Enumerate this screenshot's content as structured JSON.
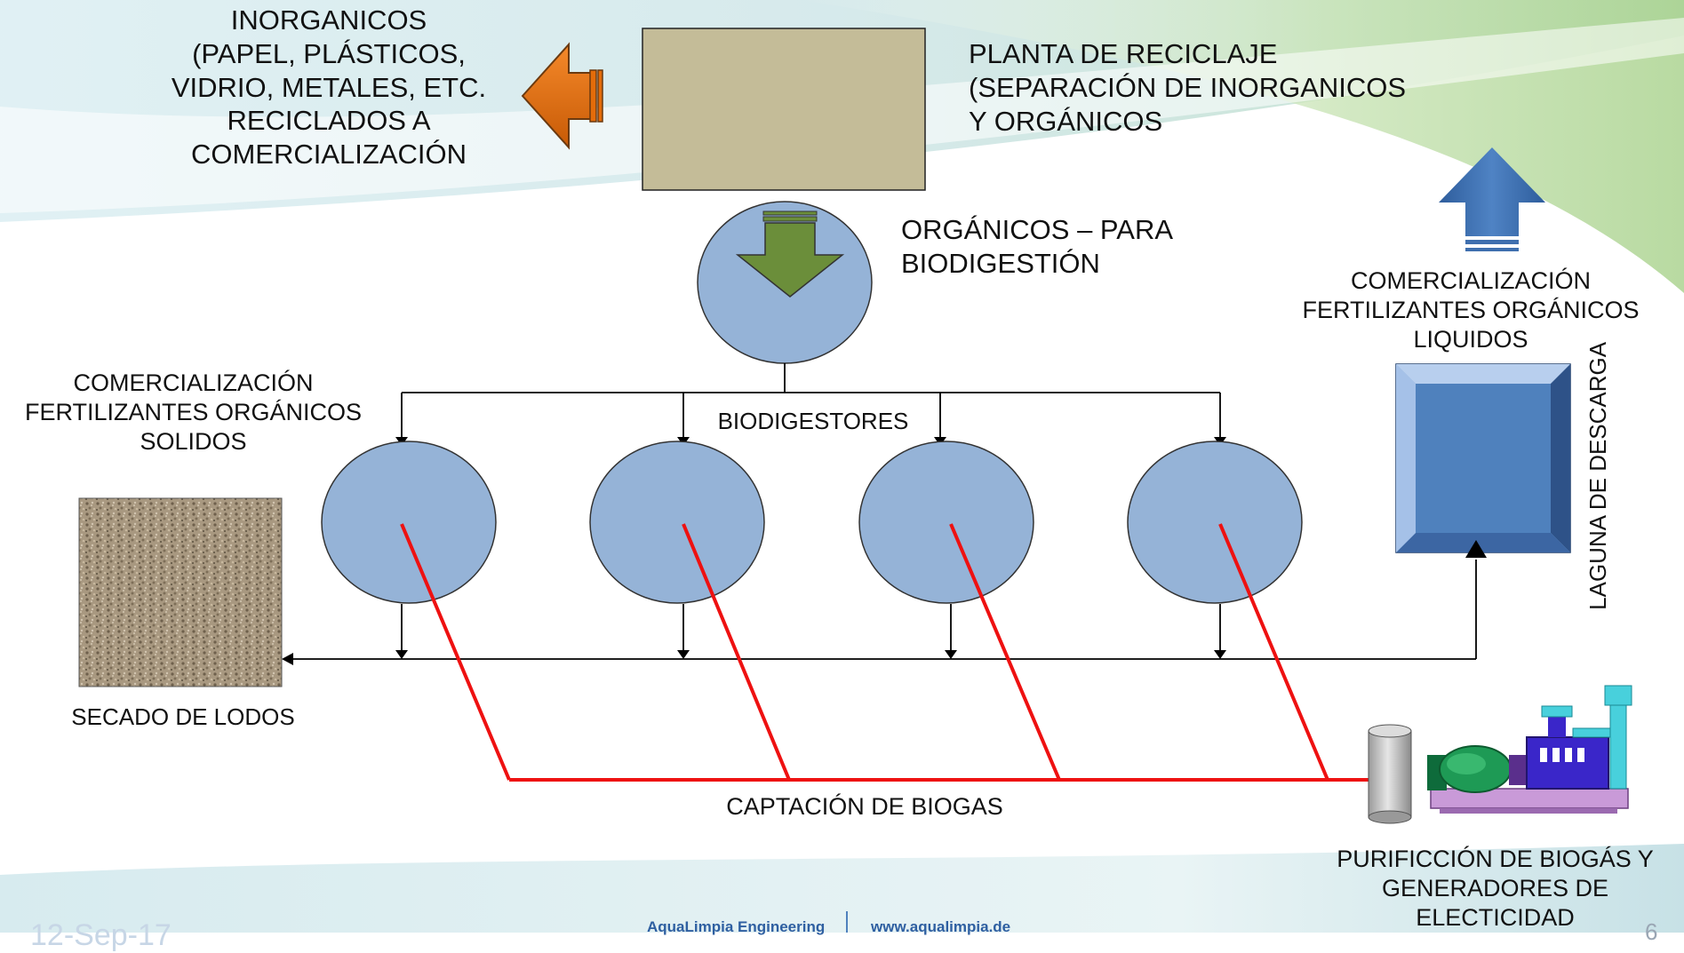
{
  "labels": {
    "inorganicos": "INORGANICOS\n(PAPEL, PLÁSTICOS,\nVIDRIO, METALES, ETC.\nRECICLADOS A\nCOMERCIALIZACIÓN",
    "planta": "PLANTA DE RECICLAJE\n(SEPARACIÓN DE INORGANICOS\nY ORGÁNICOS",
    "organicos": "ORGÁNICOS – PARA\nBIODIGESTIÓN",
    "com_liquidos": "COMERCIALIZACIÓN\nFERTILIZANTES ORGÁNICOS\nLIQUIDOS",
    "com_solidos": "COMERCIALIZACIÓN\nFERTILIZANTES ORGÁNICOS\nSOLIDOS",
    "biodigestores": "BIODIGESTORES",
    "laguna": "LAGUNA DE DESCARGA",
    "secado": "SECADO DE LODOS",
    "captacion": "CAPTACIÓN DE BIOGAS",
    "purificacion": "PURIFICCIÓN DE BIOGÁS Y\nGENERADORES DE\nELECTICIDAD"
  },
  "footer": {
    "date": "12-Sep-17",
    "company": "AquaLimpia Engineering",
    "website": "www.aqualimpia.de",
    "page": "6"
  },
  "colors": {
    "recycling_box": "#c4bc98",
    "digester": "#95b3d7",
    "orange_arrow": "#e46c0a",
    "green_arrow": "#6b8e3a",
    "blue_arrow": "#4475b5",
    "laguna_fill": "#4f81bd",
    "biogas_line": "#ee1111",
    "connector": "#000000"
  }
}
